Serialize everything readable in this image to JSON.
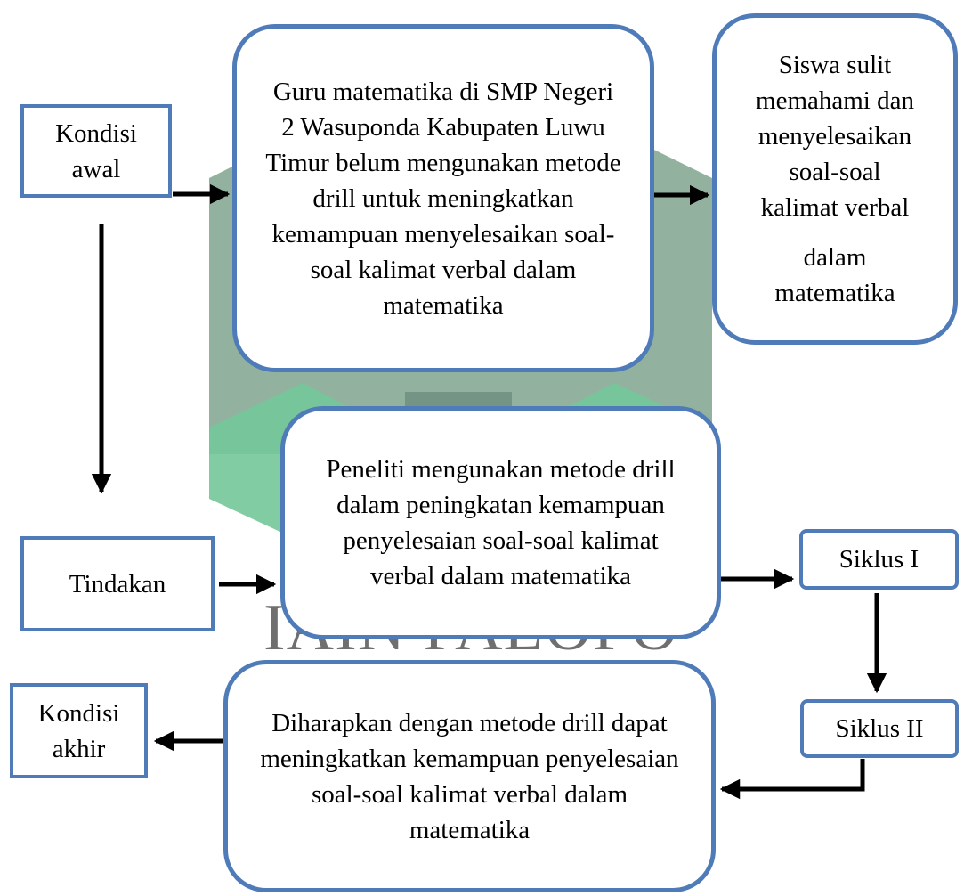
{
  "nodes": {
    "kondisi_awal": [
      "Kondisi",
      "awal"
    ],
    "guru": "Guru matematika di SMP Negeri 2 Wasuponda Kabupaten Luwu Timur belum mengunakan metode drill untuk meningkatkan kemampuan menyelesaikan soal-soal kalimat verbal dalam matematika",
    "siswa": [
      "Siswa sulit",
      "memahami dan",
      "menyelesaikan",
      "soal-soal",
      "kalimat verbal",
      "dalam",
      "matematika"
    ],
    "tindakan": "Tindakan",
    "peneliti": "Peneliti mengunakan metode drill dalam peningkatan kemampuan penyelesaian soal-soal kalimat verbal dalam matematika",
    "siklus1": "Siklus I",
    "siklus2": "Siklus II",
    "diharapkan": "Diharapkan dengan metode drill dapat meningkatkan kemampuan penyelesaian soal-soal kalimat verbal dalam matematika",
    "kondisi_akhir": [
      "Kondisi",
      "akhir"
    ]
  },
  "watermark": {
    "text": "IAIN PALOPO"
  },
  "colors": {
    "box_border": "#4f7cb9",
    "watermark_green": "#7fa58e",
    "watermark_light": "#74c69a",
    "arrow": "#000000"
  }
}
